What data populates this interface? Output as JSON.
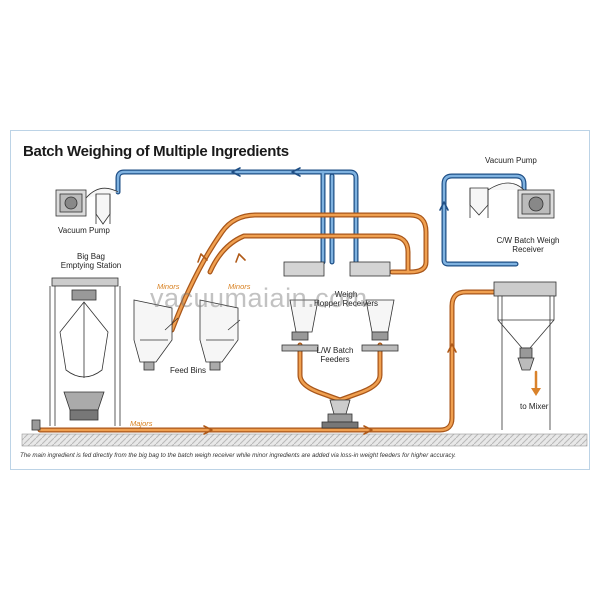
{
  "title": "Batch Weighing of Multiple Ingredients",
  "labels": {
    "vacuum_pump_left": "Vacuum Pump",
    "vacuum_pump_right": "Vacuum Pump",
    "big_bag_line1": "Big Bag",
    "big_bag_line2": "Emptying Station",
    "cw_line1": "C/W Batch Weigh",
    "cw_line2": "Receiver",
    "feed_bins": "Feed Bins",
    "weigh_line1": "Weigh",
    "weigh_line2": "Hopper Receivers",
    "lw_line1": "L/W Batch",
    "lw_line2": "Feeders",
    "to_mixer": "to Mixer",
    "minors_1": "Minors",
    "minors_2": "Minors",
    "majors": "Majors"
  },
  "watermark": "vacuumaiain.com",
  "caption": "The main ingredient is fed directly from the big bag to the batch weigh receiver while minor ingredients are added via loss-in weight feeders for higher accuracy.",
  "colors": {
    "vacuum_line": "#2e6fb0",
    "material_line": "#d9822b",
    "outline": "#333333",
    "floor": "#e3e3e3"
  }
}
